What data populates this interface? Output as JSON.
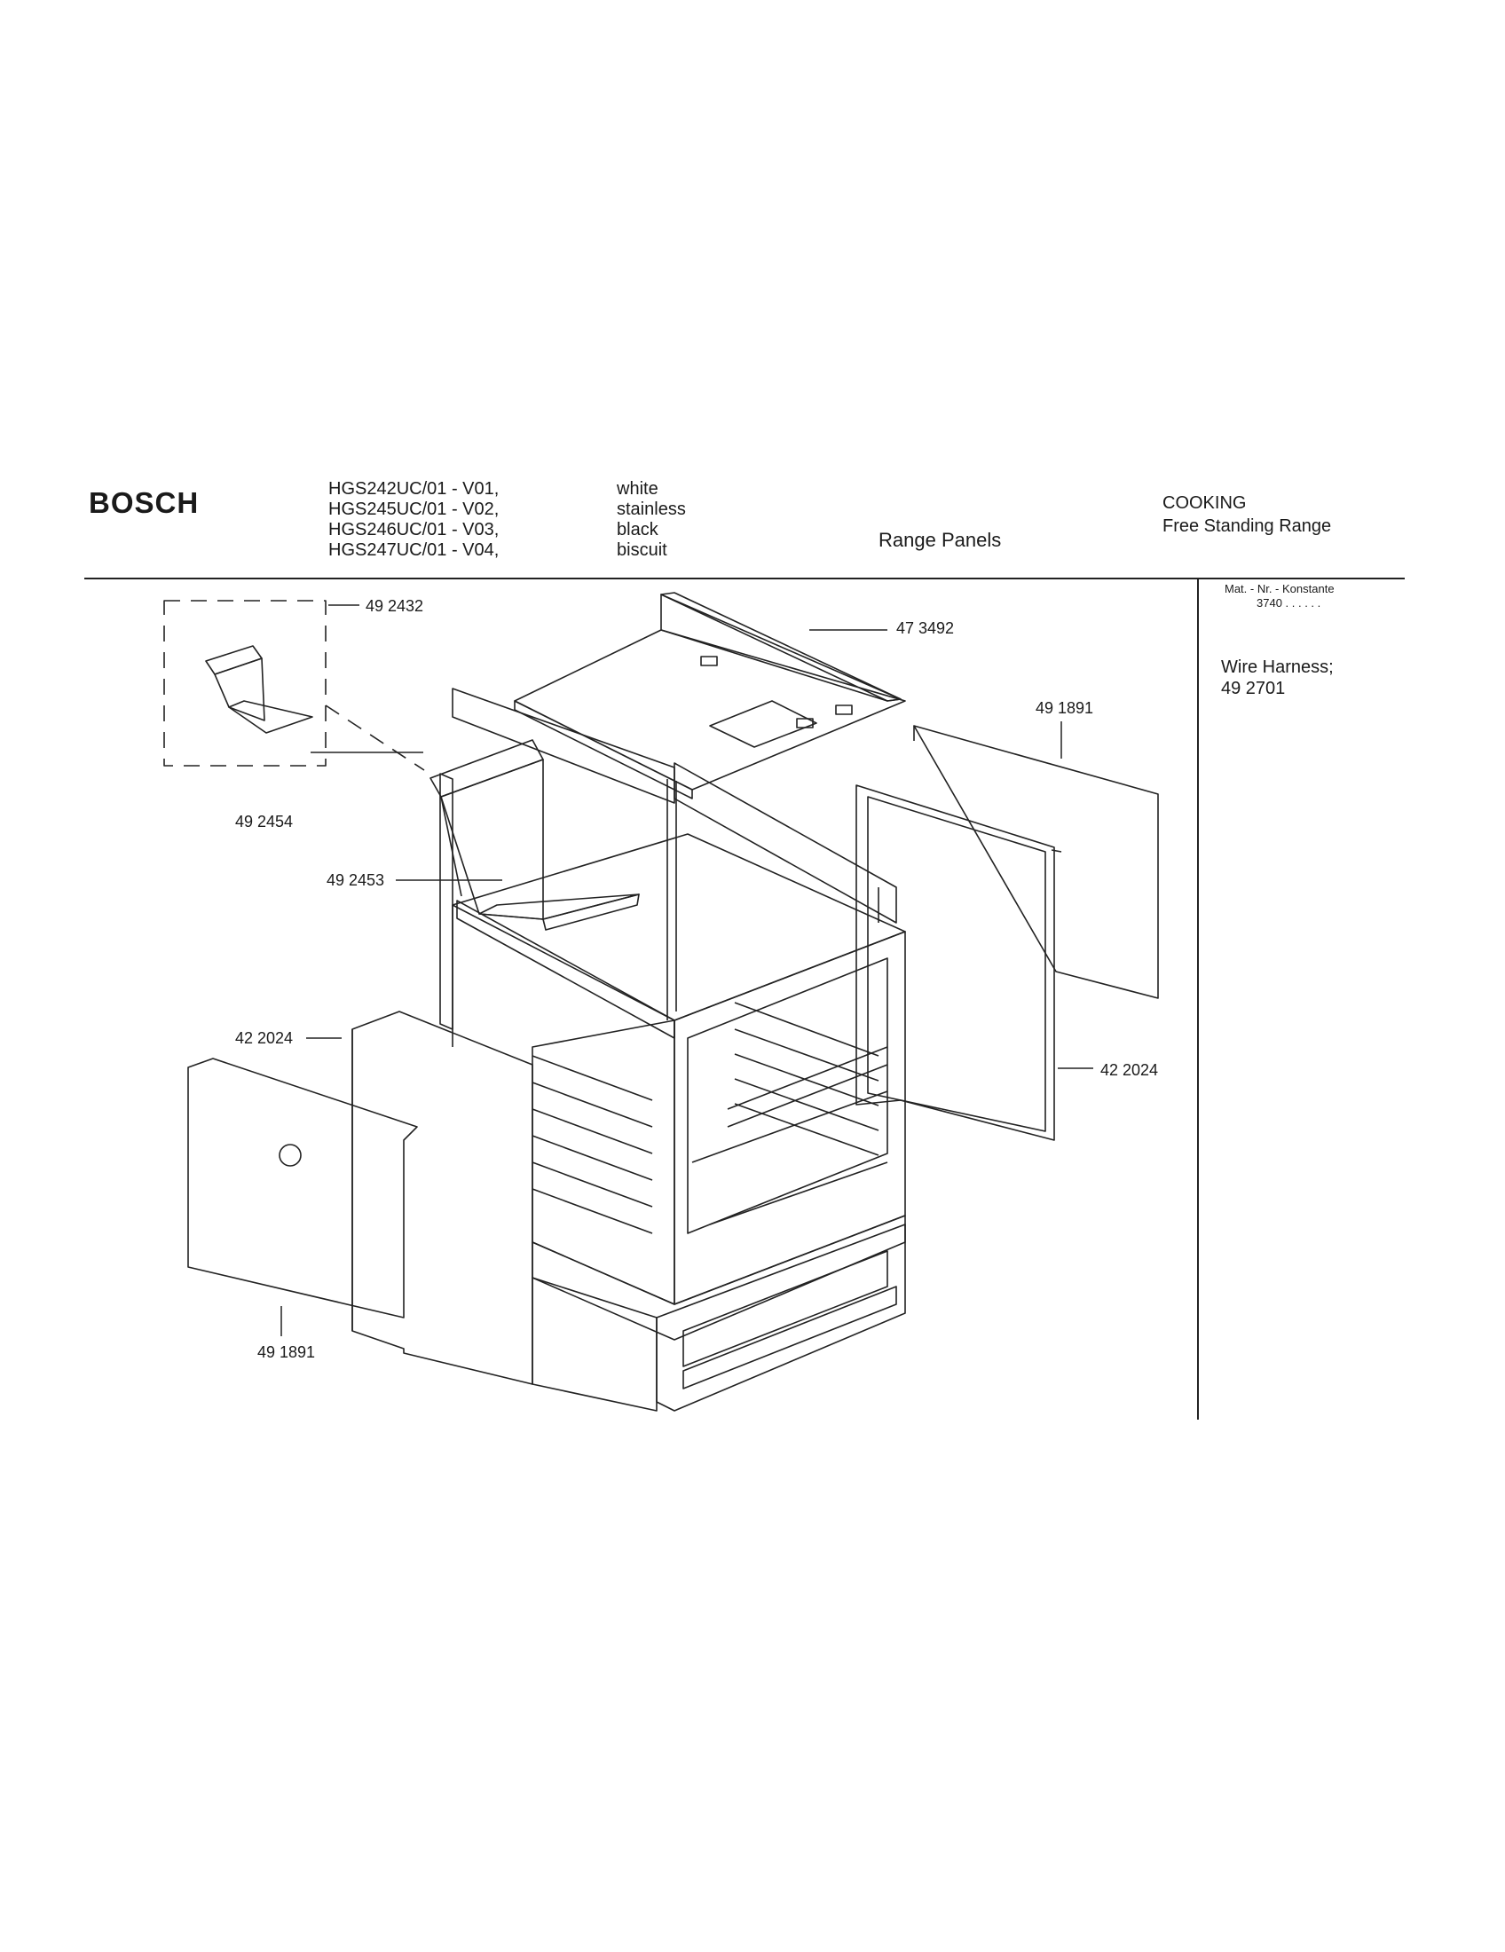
{
  "header": {
    "brand": "BOSCH",
    "models": [
      "HGS242UC/01 - V01,",
      "HGS245UC/01 - V02,",
      "HGS246UC/01 - V03,",
      "HGS247UC/01 - V04,"
    ],
    "colors": [
      "white",
      "stainless",
      "black",
      "biscuit"
    ],
    "title": "Range Panels",
    "category": [
      "COOKING",
      "Free Standing Range"
    ]
  },
  "side_panel": {
    "mat_label": "Mat. - Nr. - Konstante",
    "mat_value": "3740 . .   . . . .",
    "wire_harness_label": "Wire Harness;",
    "wire_harness_part": "49 2701"
  },
  "part_labels": {
    "p1": "49 2432",
    "p2": "47 3492",
    "p3": "49 1891",
    "p4": "49 2454",
    "p5": "49 2453",
    "p6": "42 2024",
    "p7": "42 2024",
    "p8": "49 1891"
  }
}
